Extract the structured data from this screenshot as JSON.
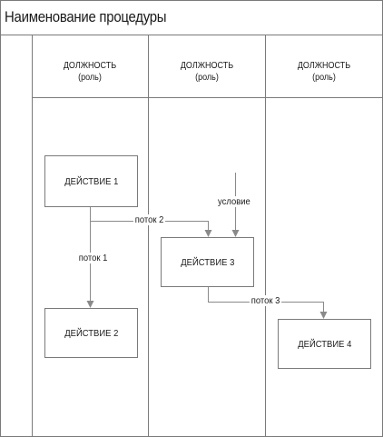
{
  "procedure": {
    "title": "Наименование процедуры"
  },
  "lanes": [
    {
      "role": "ДОЛЖНОСТЬ",
      "sub": "(роль)"
    },
    {
      "role": "ДОЛЖНОСТЬ",
      "sub": "(роль)"
    },
    {
      "role": "ДОЛЖНОСТЬ",
      "sub": "(роль)"
    }
  ],
  "actions": [
    {
      "label": "ДЕЙСТВИЕ 1"
    },
    {
      "label": "ДЕЙСТВИЕ 2"
    },
    {
      "label": "ДЕЙСТВИЕ 3"
    },
    {
      "label": "ДЕЙСТВИЕ 4"
    }
  ],
  "flows": [
    {
      "label": "поток 1"
    },
    {
      "label": "поток 2"
    },
    {
      "label": "поток 3"
    }
  ],
  "condition": {
    "label": "условие"
  },
  "colors": {
    "line": "#8a8a8a",
    "border": "#7a7a7a",
    "text": "#1a1a1a"
  }
}
